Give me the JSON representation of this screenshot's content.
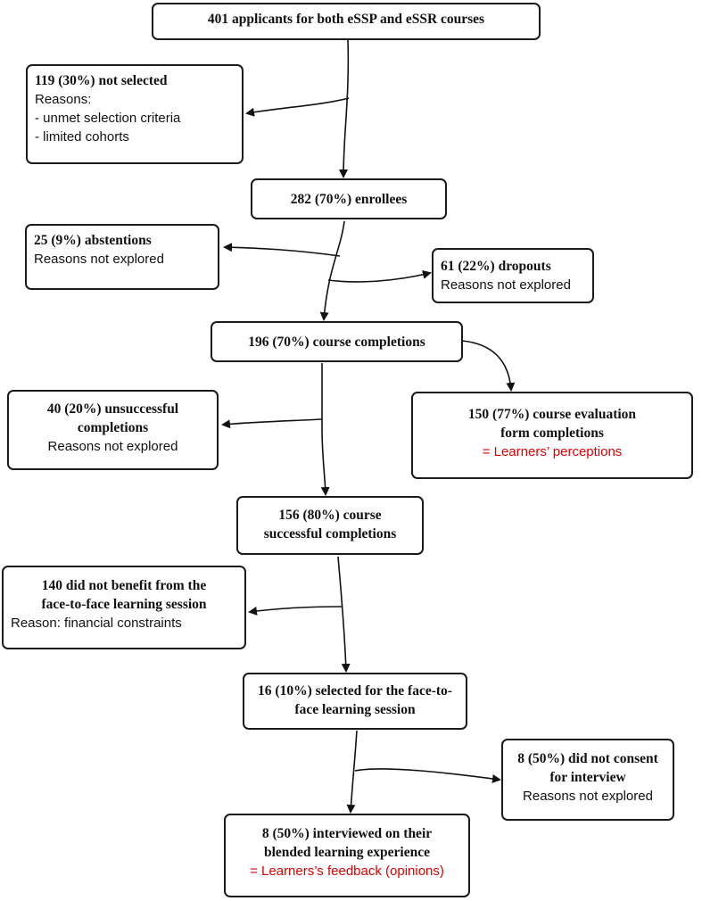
{
  "boxes": {
    "applicants": {
      "title": "401 applicants for both eSSP and eSSR courses"
    },
    "not_selected": {
      "title": "119 (30%) not selected",
      "line1": "Reasons:",
      "line2": "- unmet selection criteria",
      "line3": "- limited cohorts"
    },
    "enrollees": {
      "title": "282 (70%) enrollees"
    },
    "abstentions": {
      "title": "25 (9%) abstentions",
      "line1": "Reasons not explored"
    },
    "dropouts": {
      "title": "61 (22%) dropouts",
      "line1": "Reasons not explored"
    },
    "completions": {
      "title": "196 (70%) course completions"
    },
    "unsuccessful": {
      "title_line1": "40 (20%) unsuccessful",
      "title_line2": "completions",
      "line1": "Reasons not explored"
    },
    "evaluation": {
      "title_line1": "150 (77%) course evaluation",
      "title_line2": "form completions",
      "note": "= Learners’ perceptions"
    },
    "successful": {
      "title_line1": "156 (80%) course",
      "title_line2": "successful completions"
    },
    "no_benefit": {
      "title_line1": "140 did not benefit from the",
      "title_line2": "face-to-face learning session",
      "line1": "Reason: financial constraints"
    },
    "selected_f2f": {
      "title_line1": "16 (10%) selected for the face-to-",
      "title_line2": "face learning session"
    },
    "no_consent": {
      "title_line1": "8 (50%) did not consent",
      "title_line2": "for interview",
      "line1": "Reasons not explored"
    },
    "interviewed": {
      "title_line1": "8 (50%) interviewed on their",
      "title_line2": "blended learning experience",
      "note": "= Learners’s feedback (opinions)"
    }
  }
}
